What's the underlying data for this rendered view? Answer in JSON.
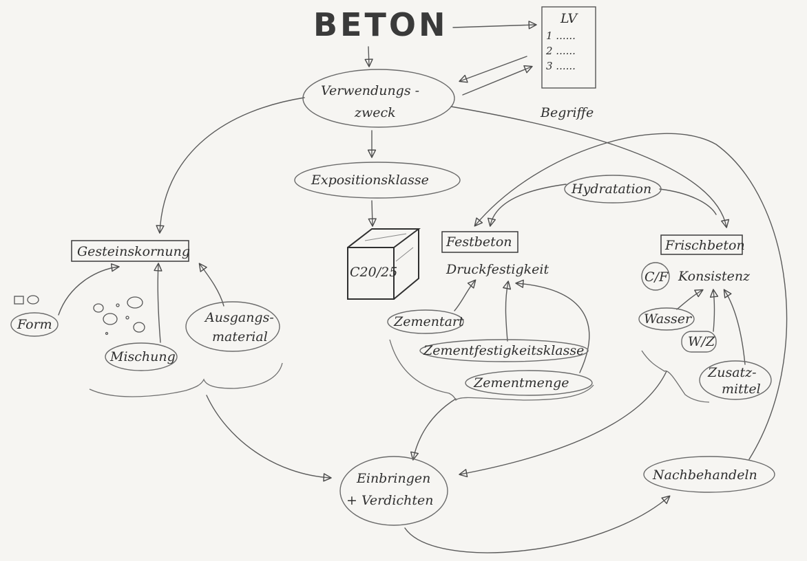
{
  "title": "BETON",
  "lv_sheet": {
    "heading": "LV",
    "lines": [
      "1 ......",
      "2 ......",
      "3 ......"
    ],
    "caption": "Begriffe"
  },
  "nodes": {
    "verwendungszweck_1": "Verwendungs -",
    "verwendungszweck_2": "zweck",
    "expositionsklasse": "Expositionsklasse",
    "cube_label": "C20/25",
    "gesteinskornung": "Gesteinskornung",
    "form": "Form",
    "mischung": "Mischung",
    "ausgangsmaterial_1": "Ausgangs-",
    "ausgangsmaterial_2": "material",
    "festbeton": "Festbeton",
    "druckfestigkeit": "Druckfestigkeit",
    "zementart": "Zementart",
    "zementfestigkeitsklasse": "Zementfestigkeitsklasse",
    "zementmenge": "Zementmenge",
    "hydratation": "Hydratation",
    "frischbeton": "Frischbeton",
    "cf": "C/F",
    "konsistenz": "Konsistenz",
    "wasser": "Wasser",
    "wz": "W/Z",
    "zusatzmittel_1": "Zusatz-",
    "zusatzmittel_2": "mittel",
    "einbringen_1": "Einbringen",
    "einbringen_2": "+ Verdichten",
    "nachbehandeln": "Nachbehandeln"
  }
}
